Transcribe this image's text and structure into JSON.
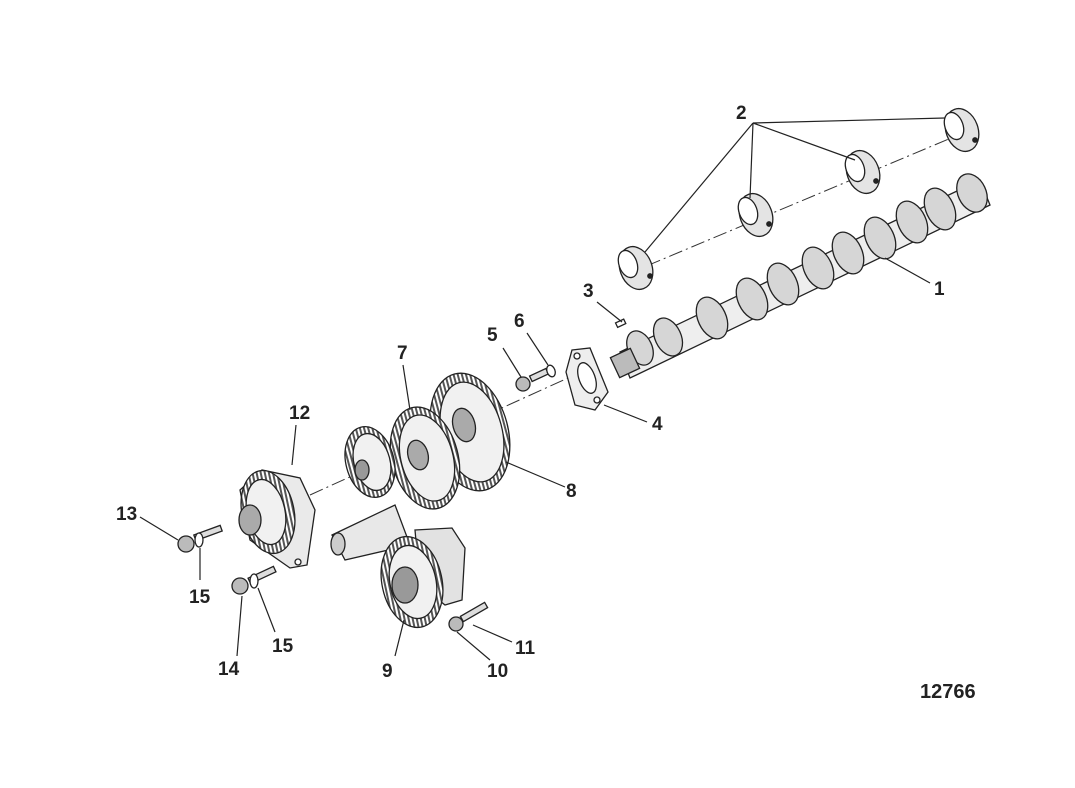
{
  "figure_number": "12766",
  "callouts": {
    "c1": "1",
    "c2": "2",
    "c3": "3",
    "c4": "4",
    "c5": "5",
    "c6": "6",
    "c7": "7",
    "c8": "8",
    "c9": "9",
    "c10": "10",
    "c11": "11",
    "c12": "12",
    "c13": "13",
    "c14": "14",
    "c15a": "15",
    "c15b": "15"
  },
  "parts": [
    {
      "ref": "1",
      "depicts": "camshaft"
    },
    {
      "ref": "2",
      "depicts": "camshaft bearings (4)"
    },
    {
      "ref": "3",
      "depicts": "key"
    },
    {
      "ref": "4",
      "depicts": "thrust plate"
    },
    {
      "ref": "5",
      "depicts": "screw"
    },
    {
      "ref": "6",
      "depicts": "washer"
    },
    {
      "ref": "7",
      "depicts": "idler gear"
    },
    {
      "ref": "8",
      "depicts": "camshaft gear"
    },
    {
      "ref": "9",
      "depicts": "gear assembly"
    },
    {
      "ref": "10",
      "depicts": "washer"
    },
    {
      "ref": "11",
      "depicts": "screw"
    },
    {
      "ref": "12",
      "depicts": "gear with housing"
    },
    {
      "ref": "13",
      "depicts": "screw"
    },
    {
      "ref": "14",
      "depicts": "screw"
    },
    {
      "ref": "15",
      "depicts": "washer"
    }
  ]
}
